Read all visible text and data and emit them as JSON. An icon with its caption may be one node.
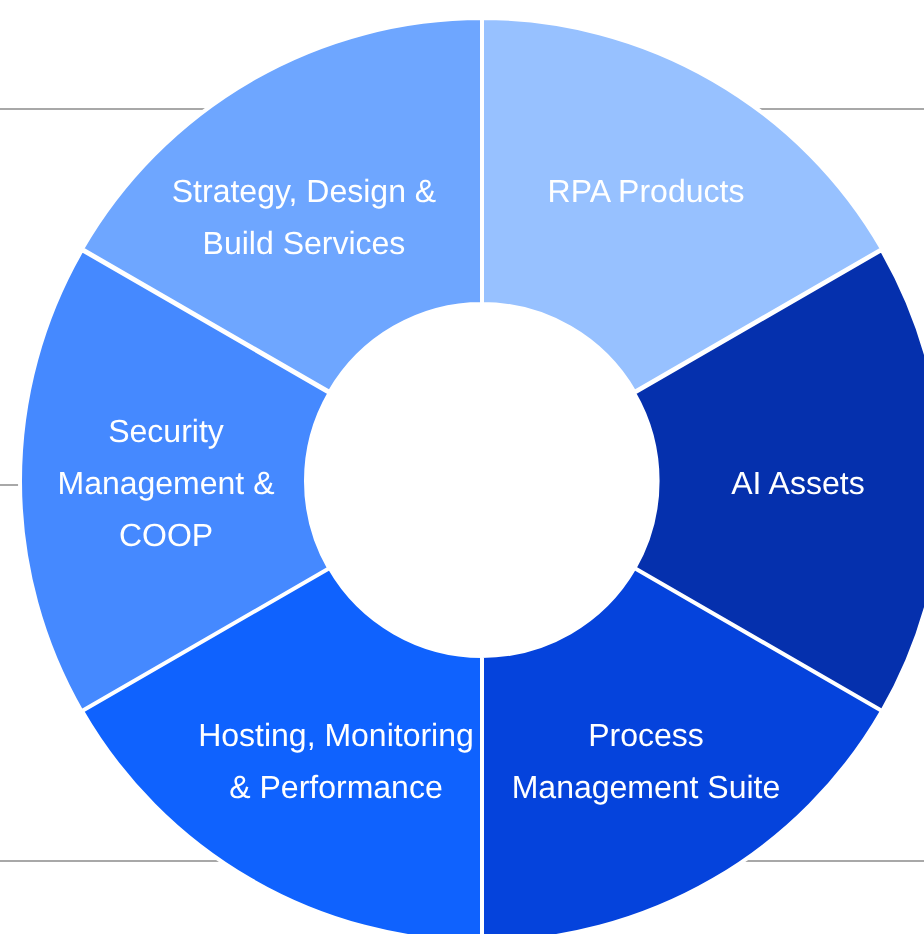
{
  "diagram": {
    "nodes": [
      {
        "text": [
          "Strategy, Design & Build Services"
        ]
      },
      {
        "text": [
          "RPA Products"
        ]
      },
      {
        "text": [
          "Security Management & COOP"
        ]
      },
      {
        "text": [
          "AI Assets"
        ]
      },
      {
        "text": [
          "Hosting, Monitoring & Performance"
        ]
      },
      {
        "text": [
          "Process Management Suite"
        ]
      }
    ]
  }
}
